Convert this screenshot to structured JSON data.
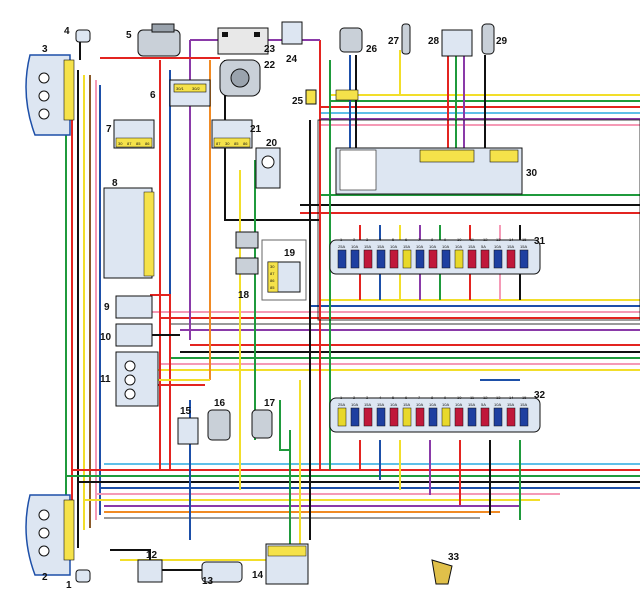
{
  "component_numbers": {
    "c1": "1",
    "c2": "2",
    "c3": "3",
    "c4": "4",
    "c5": "5",
    "c6": "6",
    "c7": "7",
    "c8": "8",
    "c9": "9",
    "c10": "10",
    "c11": "11",
    "c12": "12",
    "c13": "13",
    "c14": "14",
    "c15": "15",
    "c16": "16",
    "c17": "17",
    "c18": "18",
    "c19": "19",
    "c20": "20",
    "c21": "21",
    "c22": "22",
    "c23": "23",
    "c24": "24",
    "c25": "25",
    "c26": "26",
    "c27": "27",
    "c28": "28",
    "c29": "29",
    "c30": "30",
    "c31": "31",
    "c32": "32",
    "c33": "33"
  },
  "relay_pins": {
    "relay7": [
      "30",
      "87",
      "85",
      "86"
    ],
    "relay21": [
      "87",
      "30",
      "85",
      "86"
    ],
    "relay19": [
      "30",
      "87",
      "86",
      "85"
    ],
    "relay6": [
      "30/1",
      "30/2"
    ]
  },
  "fuse_block_31": {
    "pins": [
      "1",
      "2",
      "3",
      "4",
      "5",
      "6",
      "7",
      "8",
      "9",
      "10",
      "11",
      "12",
      "13",
      "14",
      "15"
    ],
    "ratings": [
      "25A",
      "10A",
      "15A",
      "15A",
      "10A",
      "15A",
      "10A",
      "10A",
      "10A",
      "10A",
      "15A",
      "5A",
      "10A",
      "15A",
      "15A"
    ],
    "colors": [
      "#1e3fa0",
      "#1e3fa0",
      "#c0183a",
      "#1e3fa0",
      "#c0183a",
      "#e8d82a",
      "#1e3fa0",
      "#c0183a",
      "#1e3fa0",
      "#e8d82a",
      "#c0183a",
      "#c0183a",
      "#1e3fa0",
      "#c0183a",
      "#1e3fa0"
    ]
  },
  "fuse_block_32": {
    "pins": [
      "1",
      "2",
      "3",
      "4",
      "5",
      "6",
      "7",
      "8",
      "9",
      "10",
      "11",
      "12",
      "13",
      "14",
      "15"
    ],
    "ratings": [
      "25A",
      "10A",
      "15A",
      "15A",
      "10A",
      "15A",
      "10A",
      "10A",
      "10A",
      "10A",
      "15A",
      "5A",
      "10A",
      "15A",
      "15A"
    ],
    "colors": [
      "#e8d82a",
      "#1e3fa0",
      "#c0183a",
      "#1e3fa0",
      "#c0183a",
      "#e8d82a",
      "#c0183a",
      "#1e3fa0",
      "#e8d82a",
      "#c0183a",
      "#1e3fa0",
      "#c0183a",
      "#1e3fa0",
      "#c0183a",
      "#1e3fa0"
    ]
  },
  "colors": {
    "background": "#ffffff",
    "component_fill": "#dde6f2",
    "connector": "#f5e24a",
    "red": "#e32420",
    "green": "#1f9a3c",
    "blue": "#1d4fa8",
    "yellow": "#f2de2a",
    "black": "#111111",
    "pink": "#f59ab6",
    "orange": "#f08a24",
    "violet": "#8a3aa8",
    "brown": "#8a5a2a",
    "grey": "#9a9a9a",
    "lightblue": "#5fc0e8",
    "white": "#eeeeee"
  }
}
